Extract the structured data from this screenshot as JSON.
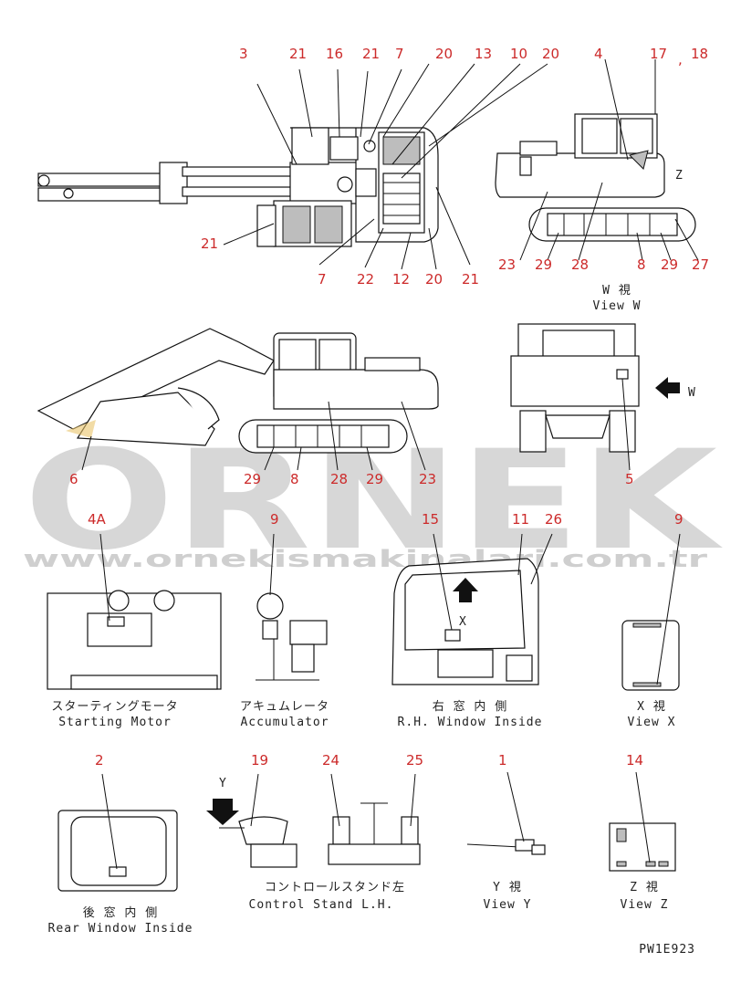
{
  "watermark": {
    "brand": "ORNEK",
    "url": "www.ornekismakinalari.com.tr"
  },
  "drawing_code": "PW1E923",
  "top_view": {
    "callouts": [
      "3",
      "21",
      "16",
      "21",
      "7",
      "20",
      "13",
      "10",
      "20",
      "21",
      "7",
      "22",
      "12",
      "20",
      "21"
    ]
  },
  "view_w": {
    "label_z": "Z",
    "callouts": [
      "4",
      "17",
      ",",
      "18",
      "23",
      "29",
      "28",
      "8",
      "29",
      "27"
    ],
    "caption_jp": "W 視",
    "caption_en": "View W"
  },
  "side_view": {
    "callouts": [
      "6",
      "29",
      "8",
      "28",
      "29",
      "23"
    ]
  },
  "rear_view": {
    "callouts": [
      "5"
    ],
    "label_w": "W"
  },
  "panels": [
    {
      "id": "starting-motor",
      "callout": "4A",
      "caption_jp": "スターティングモータ",
      "caption_en": "Starting Motor"
    },
    {
      "id": "accumulator",
      "callout": "9",
      "caption_jp": "アキュムレータ",
      "caption_en": "Accumulator"
    },
    {
      "id": "rh-window",
      "callouts": [
        "15",
        "11",
        "26"
      ],
      "label_x": "X",
      "caption_jp": "右 窓 内 側",
      "caption_en": "R.H. Window Inside"
    },
    {
      "id": "view-x",
      "callout": "9",
      "caption_jp": "X 視",
      "caption_en": "View X"
    },
    {
      "id": "rear-window",
      "callout": "2",
      "caption_jp": "後 窓 内 側",
      "caption_en": "Rear Window Inside"
    },
    {
      "id": "control-stand",
      "callouts": [
        "19",
        "24",
        "25"
      ],
      "label_y": "Y",
      "caption_jp": "コントロールスタンド左",
      "caption_en": "Control Stand L.H."
    },
    {
      "id": "view-y",
      "callout": "1",
      "caption_jp": "Y 視",
      "caption_en": "View Y"
    },
    {
      "id": "view-z",
      "callout": "14",
      "caption_jp": "Z 視",
      "caption_en": "View Z"
    }
  ]
}
